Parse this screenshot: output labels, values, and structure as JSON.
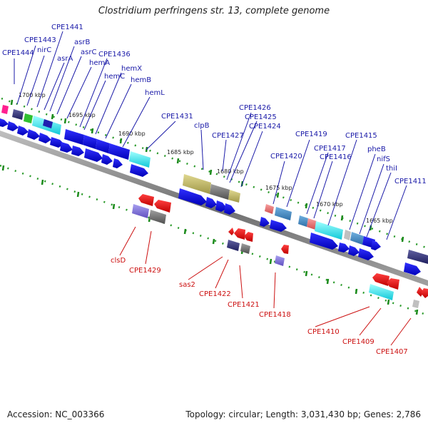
{
  "title": "Clostridium perfringens str. 13, complete genome",
  "accession": "Accession: NC_003366",
  "summary": "Topology: circular; Length: 3,031,430 bp; Genes: 2,786",
  "colors": {
    "forward_label": "#1a1aa8",
    "reverse_label": "#cc1010",
    "forward_arrow": "#1010e0",
    "reverse_arrow": "#e00000"
  },
  "ticks": [
    "1700 kbp",
    "1695 kbp",
    "1690 kbp",
    "1685 kbp",
    "1680 kbp",
    "1675 kbp",
    "1670 kbp",
    "1665 kbp"
  ],
  "forward_genes": [
    "CPE1444",
    "CPE1443",
    "nirC",
    "CPE1441",
    "asrA",
    "asrB",
    "asrC",
    "hemA",
    "CPE1436",
    "hemC",
    "hemX",
    "hemB",
    "hemL",
    "CPE1431",
    "clpB",
    "CPE1427",
    "CPE1426",
    "CPE1425",
    "CPE1424",
    "CPE1420",
    "CPE1419",
    "CPE1417",
    "CPE1416",
    "CPE1415",
    "pheB",
    "nifS",
    "thiI",
    "CPE1411"
  ],
  "reverse_genes": [
    "clsD",
    "CPE1429",
    "sas2",
    "CPE1422",
    "CPE1421",
    "CPE1418",
    "CPE1410",
    "CPE1409",
    "CPE1407"
  ]
}
